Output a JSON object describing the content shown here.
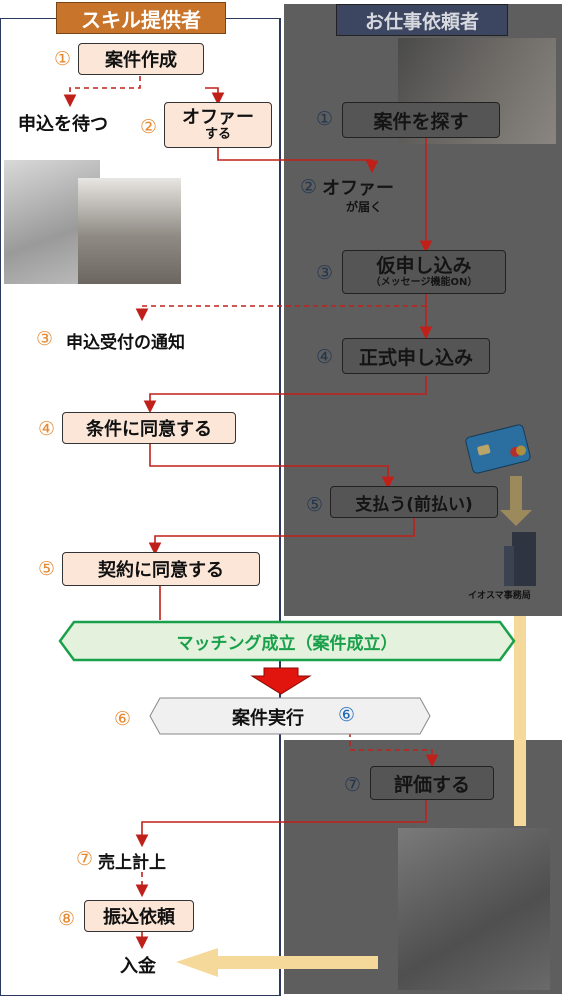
{
  "headers": {
    "left": "スキル提供者",
    "right": "お仕事依頼者"
  },
  "left": {
    "n1": "①",
    "create": "案件作成",
    "wait": "申込を待つ",
    "n2": "②",
    "offer": "オファー",
    "offer_sub": "する",
    "n3": "③",
    "notice": "申込受付の通知",
    "n4": "④",
    "agree_terms": "条件に同意する",
    "n5": "⑤",
    "agree_contract": "契約に同意する",
    "n6": "⑥",
    "n7": "⑦",
    "sales": "売上計上",
    "n8": "⑧",
    "transfer": "振込依頼",
    "deposit": "入金"
  },
  "right": {
    "n1": "①",
    "search": "案件を探す",
    "n2": "②",
    "offer_recv": "オファー",
    "offer_recv_sub": "が届く",
    "n3": "③",
    "provisional": "仮申し込み",
    "provisional_sub": "（メッセージ機能ON）",
    "n4": "④",
    "formal": "正式申し込み",
    "n5": "⑤",
    "pay": "支払う(前払い)",
    "office": "イオスマ事務局",
    "n7": "⑦",
    "review": "評価する"
  },
  "center": {
    "matching": "マッチング成立（案件成立）",
    "execute": "案件実行",
    "n6": "⑥"
  },
  "colors": {
    "flow_arrow": "#c0201a",
    "left_box_fill": "#fbe6d8",
    "left_header": "#c8742b",
    "right_lane": "#5e5e5e",
    "matching_border": "#19a04a",
    "matching_text": "#19a04a",
    "money_arrow": "#f5d99a",
    "left_number": "#e58a33",
    "right_number": "#1f69b8"
  },
  "icons": [
    "credit-card-icon",
    "office-building-icon",
    "down-arrow-icon",
    "red-down-arrow-icon"
  ]
}
